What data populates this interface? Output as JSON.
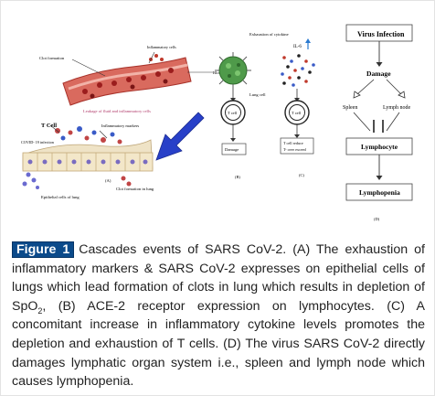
{
  "figure": {
    "panel_a": {
      "panel_label": "(A)",
      "labels": {
        "clot_formation": "Clot formation",
        "inflammatory_cells": "Inflammatory cells",
        "blood_vessel": "Blood vessel",
        "leakage": "Leakage of fluid and inflammatory cells",
        "t_cell": "T Cell",
        "inflammatory_markers": "Inflammatory markers",
        "covid_infection": "COVID- 19 infection",
        "epithelial_cells": "Epithelial cells of lung",
        "clot_lung": "Clot formation in lung"
      }
    },
    "panel_b": {
      "panel_label": "(B)",
      "lung_cell": "Lung cell",
      "t_cell": "T cell",
      "result": "Damage"
    },
    "panel_c": {
      "panel_label": "(C)",
      "exhaustion": "Exhaustion of cytokine",
      "il6": "IL-6",
      "t_cell": "T cell",
      "result_line1": "T cell reduce",
      "result_line2": "T- over exceed"
    },
    "panel_d": {
      "panel_label": "(D)",
      "virus_infection": "Virus Infection",
      "damage": "Damage",
      "spleen": "Spleen",
      "lymph_node": "Lymph node",
      "lymphocyte": "Lymphocyte",
      "lymphopenia": "Lymphopenia"
    }
  },
  "caption": {
    "label": "Figure 1",
    "text_part1": "Cascades events of SARS CoV-2. (A) The exhaustion of inflammatory markers & SARS CoV-2 expresses on epithelial cells of lungs which lead formation of clots in lung which results in depletion of SpO",
    "subscript": "2",
    "text_part2": ", (B) ACE-2 receptor expression on lymphocytes. (C) A concomitant increase in inflammatory cytokine levels promotes the depletion and exhaustion of T cells. (D) The virus SARS CoV-2 directly damages lymphatic organ system i.e., spleen and lymph node which causes lymphopenia."
  },
  "colors": {
    "label_bg": "#0b4a8a",
    "arrow_blue": "#2840c8",
    "vessel_red": "#c0392b",
    "virus_green": "#3f8f3f"
  }
}
